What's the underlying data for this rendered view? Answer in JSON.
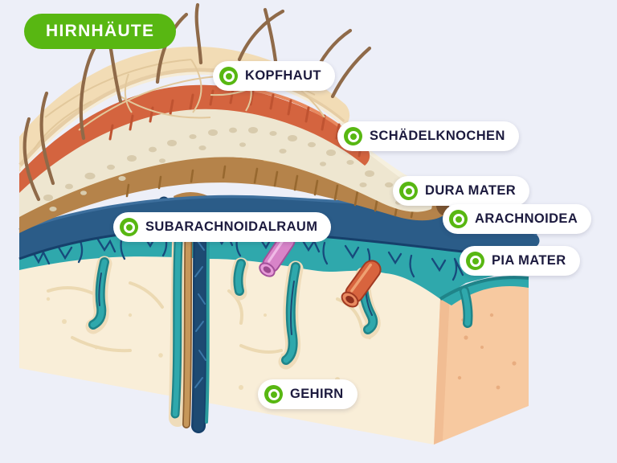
{
  "title_badge": {
    "label": "HIRNHÄUTE"
  },
  "labels": {
    "kopfhaut": "KOPFHAUT",
    "schaedelknochen": "SCHÄDELKNOCHEN",
    "dura_mater": "DURA MATER",
    "arachnoidea": "ARACHNOIDEA",
    "pia_mater": "PIA MATER",
    "subarachnoidalraum": "SUBARACHNOIDALRAUM",
    "gehirn": "GEHIRN"
  },
  "colors": {
    "background": "#edeff8",
    "accent_green": "#58b712",
    "label_background": "#ffffff",
    "label_text": "#1c1a3e",
    "hair": "#8f6a49",
    "scalp": "#f2dcb5",
    "scalp_red_layer": "#d4643f",
    "skull_bone": "#eee6d0",
    "bone_speckle": "#d8cbad",
    "dura_mater": "#b5834a",
    "arachnoid": "#2b5c88",
    "subarachnoid_csf": "#2fa8ac",
    "trabeculae": "#174a7c",
    "pia_mater": "#1f8489",
    "brain_front": "#f9eed8",
    "brain_side": "#f7c9a0",
    "falx_navy": "#16406b",
    "falx_tan": "#c6975a",
    "vessel_pink": "#d884c8",
    "vessel_orange": "#d8643e"
  }
}
